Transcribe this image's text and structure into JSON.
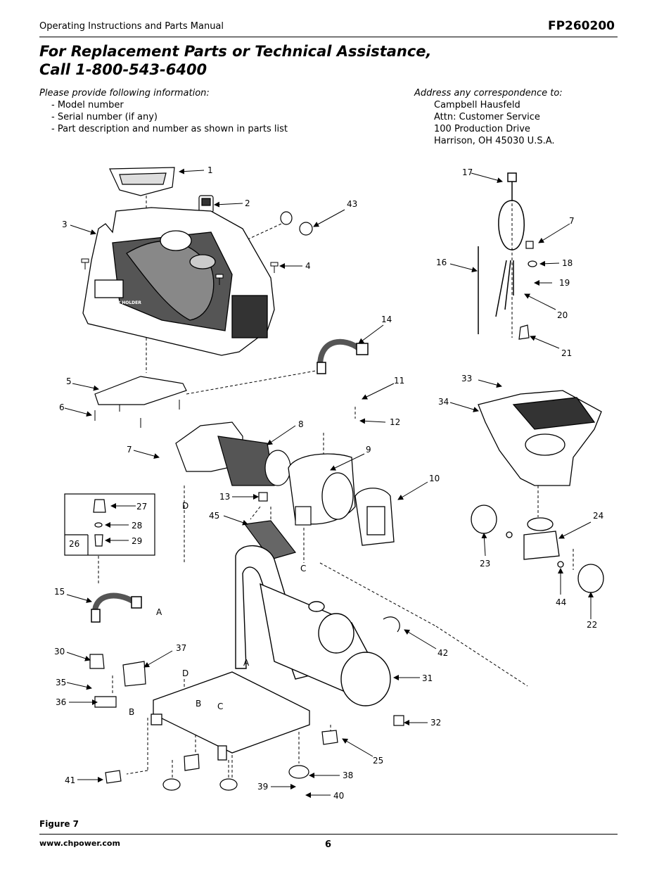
{
  "header": {
    "manual_title": "Operating Instructions and Parts Manual",
    "model": "FP260200"
  },
  "title": {
    "line1": "For Replacement Parts or Technical Assistance,",
    "line2": "Call 1-800-543-6400"
  },
  "info": {
    "heading": "Please provide following information:",
    "items": [
      "- Model number",
      "- Serial number (if any)",
      "- Part description and number as shown in parts list"
    ]
  },
  "address": {
    "heading": "Address any correspondence to:",
    "lines": [
      "Campbell Hausfeld",
      "Attn: Customer Service",
      "100 Production Drive",
      "Harrison, OH  45030  U.S.A."
    ]
  },
  "diagram": {
    "part_labels": [
      "1",
      "2",
      "3",
      "4",
      "43",
      "5",
      "6",
      "7",
      "8",
      "9",
      "10",
      "11",
      "12",
      "13",
      "14",
      "15",
      "16",
      "17",
      "7",
      "18",
      "19",
      "20",
      "21",
      "22",
      "23",
      "24",
      "25",
      "26",
      "27",
      "28",
      "29",
      "30",
      "31",
      "32",
      "33",
      "34",
      "35",
      "36",
      "37",
      "38",
      "39",
      "40",
      "41",
      "42",
      "44",
      "45"
    ],
    "ref_letters": [
      "A",
      "A",
      "B",
      "B",
      "C",
      "C",
      "D",
      "D"
    ],
    "cover_text": "VALVE CAP HOLDER"
  },
  "footer": {
    "figure": "Figure 7",
    "url": "www.chpower.com",
    "page": "6"
  }
}
